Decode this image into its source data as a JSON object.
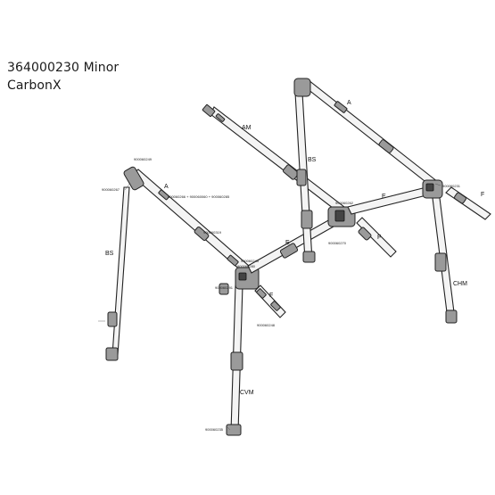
{
  "header": {
    "product_code": "364000230 Minor",
    "product_name": "CarbonX"
  },
  "diagram": {
    "section_labels": {
      "a_left": "A",
      "a_right": "A",
      "am": "AM",
      "bs_left": "BS",
      "bs_right": "BS",
      "e_left": "E",
      "e_right": "E",
      "f_front": "F",
      "f_mid": "F",
      "f_right": "F",
      "chm": "CHM",
      "cvm": "CVM"
    },
    "part_numbers": {
      "p_249": "900060249",
      "p_266": "900060266 + 900060060 + 900060285",
      "p_319": "900060319",
      "p_243": "900060243",
      "p_280": "900060280",
      "p_291": "900060291",
      "p_248": "900060248",
      "p_235": "900060235",
      "p_262": "900060262",
      "p_270": "900060270",
      "p_231": "900060231",
      "p_267": "900060267"
    }
  }
}
